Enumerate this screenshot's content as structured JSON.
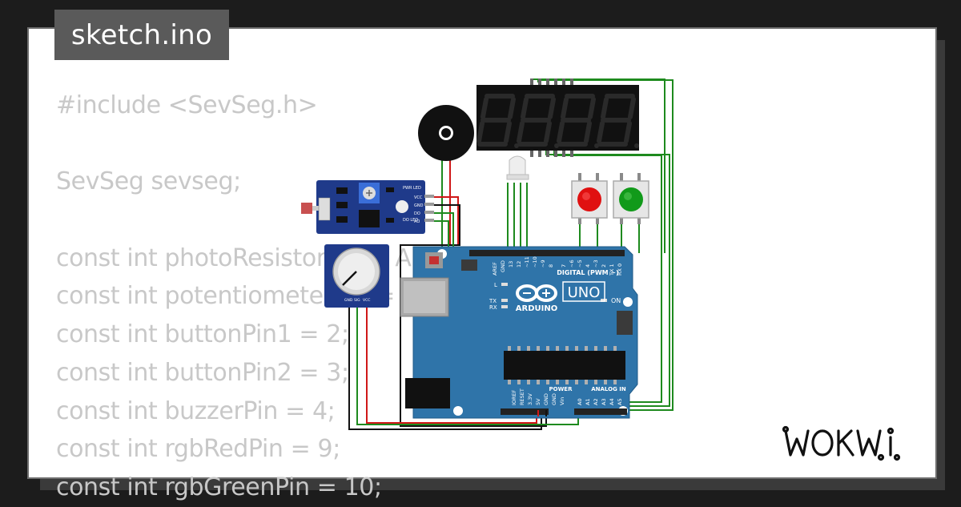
{
  "title": "sketch.ino",
  "code_lines": [
    "#include <SevSeg.h>",
    "",
    "SevSeg sevseg;",
    "",
    "const int photoResistorPin = A0;",
    "const int potentiometerPin = A1;",
    "const int buttonPin1 = 2;",
    "const int buttonPin2 = 3;",
    "const int buzzerPin = 4;",
    "const int rgbRedPin = 9;",
    "const int rgbGreenPin = 10;"
  ],
  "board": {
    "brand": "ARDUINO",
    "model": "UNO",
    "digital_header": "DIGITAL (PWM ~)",
    "power_header": "POWER",
    "analog_header": "ANALOG IN",
    "on_label": "ON",
    "led_l": "L",
    "led_tx": "TX",
    "led_rx": "RX",
    "pins_top": [
      "AREF",
      "GND",
      "13",
      "12",
      "~11",
      "~10",
      "~9",
      "8",
      "7",
      "~6",
      "~5",
      "4",
      "~3",
      "2",
      "TX 1",
      "RX 0"
    ],
    "pins_power": [
      "IOREF",
      "RESET",
      "3.3V",
      "5V",
      "GND",
      "GND",
      "Vin"
    ],
    "pins_analog": [
      "A0",
      "A1",
      "A2",
      "A3",
      "A4",
      "A5"
    ]
  },
  "photo_module": {
    "pins": [
      "VCC",
      "GND",
      "DO",
      "AO"
    ],
    "leds": [
      "PWR LED",
      "DO LED"
    ]
  },
  "pot_module": {
    "pins": [
      "GND",
      "SIG",
      "VCC"
    ]
  },
  "logo_text": "WOKWI",
  "colors": {
    "wire_green": "#1e8a1e",
    "wire_red": "#d01818",
    "wire_black": "#111111",
    "board_blue": "#2f74a9",
    "module_blue": "#1f3a8a",
    "button_red": "#e01010",
    "button_green": "#119a1a",
    "segment_off": "#202020"
  }
}
